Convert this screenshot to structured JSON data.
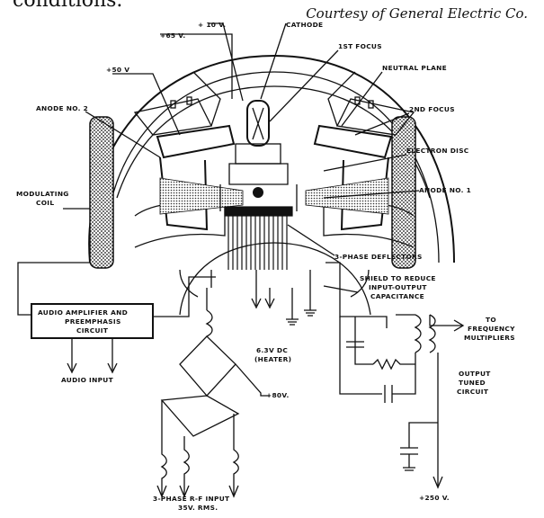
{
  "page": {
    "caption_fragment": "conditions.",
    "credit": "Courtesy of General Electric Co."
  },
  "labels": {
    "plus65": "+65 V.",
    "plus10": "+ 10 V.",
    "cathode": "CATHODE",
    "first_focus": "1ST FOCUS",
    "plus50": "+50 V",
    "neutral_plane": "NEUTRAL PLANE",
    "anode2": "ANODE NO. 2",
    "second_focus": "2ND FOCUS",
    "electron_disc": "ELECTRON DISC",
    "modulating_coil_1": "MODULATING",
    "modulating_coil_2": "COIL",
    "anode1": "ANODE NO. 1",
    "deflectors": "3-PHASE DEFLECTORS",
    "shield_1": "SHIELD TO REDUCE",
    "shield_2": "INPUT-OUTPUT",
    "shield_3": "CAPACITANCE",
    "audio_amp_1": "AUDIO AMPLIFIER AND",
    "audio_amp_2": "PREEMPHASIS",
    "audio_amp_3": "CIRCUIT",
    "audio_input": "AUDIO INPUT",
    "heater_1": "6.3V DC",
    "heater_2": "(HEATER)",
    "freq_mult_1": "TO",
    "freq_mult_2": "FREQUENCY",
    "freq_mult_3": "MULTIPLIERS",
    "tuned_1": "OUTPUT",
    "tuned_2": "TUNED",
    "tuned_3": "CIRCUIT",
    "plus80": "+80V.",
    "rf_input_1": "3-PHASE R-F INPUT",
    "rf_input_2": "35V. RMS.",
    "plus250": "+250 V."
  }
}
